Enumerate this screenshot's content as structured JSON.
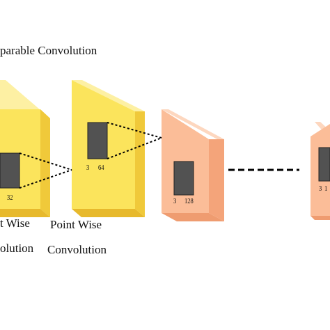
{
  "title": "parable Convolution",
  "blocks": [
    {
      "id": "depthwise",
      "caption_line1": "t Wise",
      "caption_line2": "olution",
      "kernel_h": "",
      "kernel_c": "32",
      "face_color": "#fbe45c",
      "side_color": "#f0c93a",
      "top_color": "#fdf0a3"
    },
    {
      "id": "pointwise",
      "caption_line1": "Point Wise",
      "caption_line2": "Convolution",
      "kernel_h": "3",
      "kernel_c": "64",
      "face_color": "#fbe45c",
      "side_color": "#f0c93a",
      "top_color": "#fdf0a3"
    },
    {
      "id": "block3",
      "kernel_h": "3",
      "kernel_c": "128",
      "face_color": "#fbbd98",
      "side_color": "#f4a47a",
      "top_color": "#fdd7bf"
    },
    {
      "id": "block-last",
      "kernel_h": "3",
      "kernel_c": "1",
      "face_color": "#fbbd98",
      "side_color": "#f4a47a",
      "top_color": "#fdd7bf"
    }
  ],
  "kernel_color": "#525252",
  "connector": "dashed lines",
  "continuation": "dashes"
}
